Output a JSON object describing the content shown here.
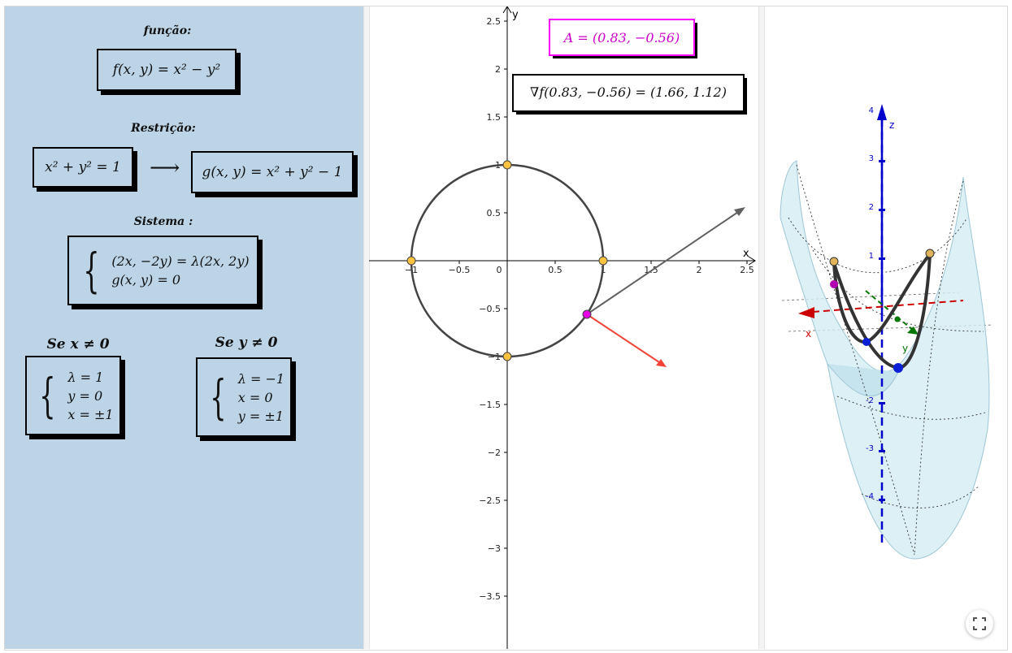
{
  "left_panel": {
    "funcao_label": "função:",
    "funcao_expr": "f(x, y) = x² − y²",
    "restricao_label": "Restrição:",
    "restricao_expr": "x² + y² = 1",
    "arrow": "⟶",
    "g_expr": "g(x, y) = x² + y² − 1",
    "sistema_label": "Sistema :",
    "sistema_line1": "(2x, −2y) = λ(2x, 2y)",
    "sistema_line2": "g(x, y) = 0",
    "case_x_label": "Se x ≠ 0",
    "case_x_lines": [
      "λ = 1",
      "y = 0",
      "x = ±1"
    ],
    "case_y_label": "Se y ≠ 0",
    "case_y_lines": [
      "λ = −1",
      "x = 0",
      "y = ±1"
    ]
  },
  "graph2d": {
    "point_box": "A =  (0.83, −0.56)",
    "gradient_box": "∇f(0.83, −0.56) = (1.66, 1.12)",
    "x_axis_label": "x",
    "y_axis_label": "y",
    "x_ticks": [
      "−1",
      "−0.5",
      "0",
      "0.5",
      "1",
      "1.5",
      "2",
      "2.5"
    ],
    "y_ticks": [
      "2.5",
      "2",
      "1.5",
      "1",
      "0.5",
      "−0.5",
      "−1",
      "−1.5",
      "−2",
      "−2.5",
      "−3",
      "−3.5"
    ],
    "colors": {
      "circle": "#444444",
      "point_A": "#e600e6",
      "critical": "#ffc340",
      "gradient_f": "#606060",
      "gradient_g": "#f44336"
    }
  },
  "graph3d": {
    "x_label": "x",
    "y_label": "y",
    "z_label": "z",
    "z_ticks": [
      "4",
      "3",
      "2",
      "1",
      "-2",
      "-3",
      "-4"
    ],
    "colors": {
      "x_axis": "#cc0000",
      "y_axis": "#007700",
      "z_axis": "#0000cc",
      "surface": "#d4ecf4"
    }
  },
  "fullscreen_icon": "fullscreen-icon"
}
